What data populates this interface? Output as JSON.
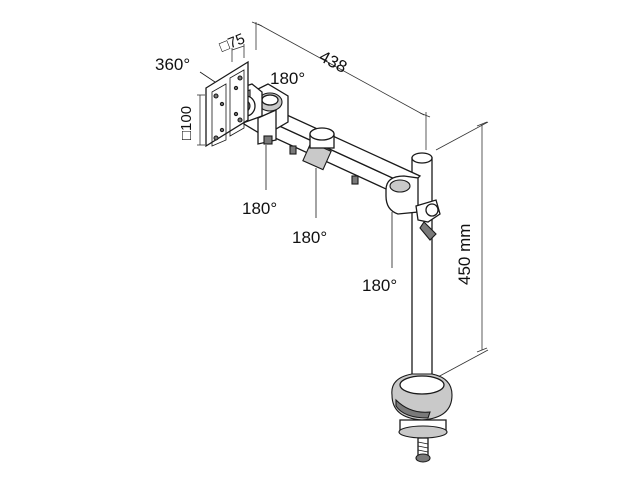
{
  "labels": {
    "rotate_plate": "360°",
    "vesa_75": "□75",
    "vesa_100": "□100",
    "arm_length": "438",
    "pole_height": "450 mm",
    "tilt_head": "180°",
    "joint_head": "180°",
    "joint_mid": "180°",
    "joint_pole": "180°"
  }
}
